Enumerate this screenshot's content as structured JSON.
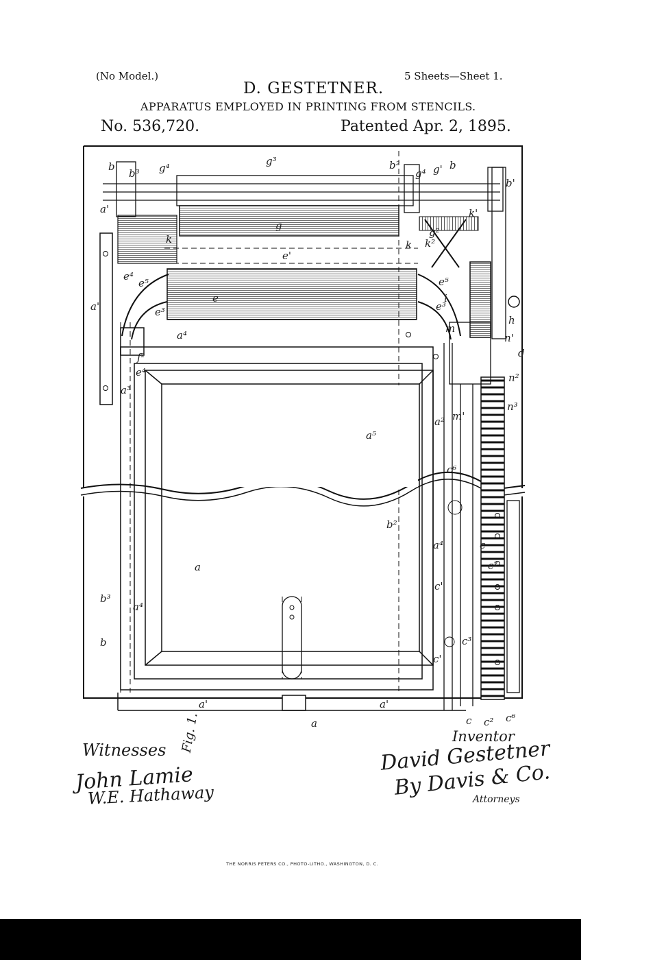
{
  "header": {
    "model_note": "(No Model.)",
    "sheet_note": "5 Sheets—Sheet 1.",
    "inventor_name": "D. GESTETNER.",
    "title": "APPARATUS EMPLOYED IN PRINTING FROM STENCILS.",
    "patent_number": "No. 536,720.",
    "patent_date": "Patented Apr. 2, 1895."
  },
  "drawing": {
    "figure_label": "Fig. 1.",
    "reference_labels": {
      "b_top": "b",
      "b3_top": "b³",
      "g4_left": "g⁴",
      "g3": "g³",
      "b2_top": "b²",
      "g4_right": "g⁴",
      "g1": "g'",
      "b_right": "b",
      "b1": "b'",
      "a1_left": "a'",
      "a1_mid": "a'",
      "g": "g",
      "k_left": "k",
      "k_right": "k",
      "e1": "e'",
      "e": "e",
      "e4": "e⁴",
      "e5_left": "e⁵",
      "e5_right": "e⁵",
      "e3_left": "e³",
      "e3_right": "e³",
      "k1": "k'",
      "k2": "k²",
      "g2": "g²",
      "i": "i",
      "h": "h",
      "m": "m",
      "a4_top": "a⁴",
      "a3": "a³",
      "e4_low": "e⁴",
      "f2": "f²",
      "n1": "n'",
      "d": "d",
      "n2": "n²",
      "n3": "n³",
      "a2": "a²",
      "a5": "a⁵",
      "m1": "m'",
      "c6": "c⁶",
      "b2_mid": "b²",
      "a_main": "a",
      "a4_left": "a⁴",
      "a4_right": "a⁴",
      "b3_low": "b³",
      "b_low": "b",
      "c1_a": "c'",
      "c": "c",
      "c2": "c²",
      "c3": "c³",
      "c1_b": "c'",
      "a1_bottom_l": "a'",
      "a1_bottom_r": "a'",
      "a_bottom": "a",
      "c_bottom": "c",
      "c2_bottom": "c²",
      "c6_bottom": "c⁶"
    }
  },
  "signatures": {
    "witnesses_label": "Witnesses",
    "witness_1": "John Lamie",
    "witness_2": "W.E. Hathaway",
    "inventor_label": "Inventor",
    "inventor_signature": "David Gestetner",
    "attorney_signature": "By Davis & Co.",
    "attorneys_label": "Attorneys"
  },
  "footer": {
    "printer": "THE NORRIS PETERS CO., PHOTO-LITHO., WASHINGTON, D. C."
  }
}
